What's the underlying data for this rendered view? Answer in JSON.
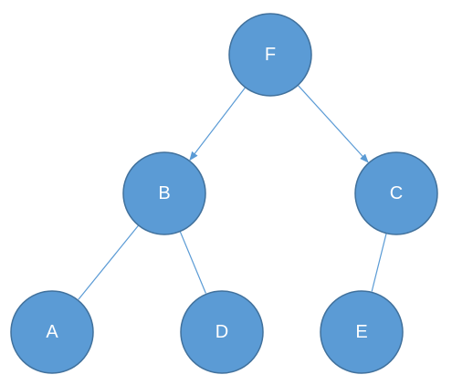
{
  "colors": {
    "node_fill": "#5b9bd5",
    "node_stroke": "#41719c",
    "edge": "#5b9bd5",
    "label": "#ffffff"
  },
  "nodes": [
    {
      "id": "F",
      "label": "F"
    },
    {
      "id": "B",
      "label": "B"
    },
    {
      "id": "C",
      "label": "C"
    },
    {
      "id": "A",
      "label": "A"
    },
    {
      "id": "D",
      "label": "D"
    },
    {
      "id": "E",
      "label": "E"
    }
  ],
  "edges": [
    {
      "from": "F",
      "to": "B",
      "directed": true
    },
    {
      "from": "F",
      "to": "C",
      "directed": true
    },
    {
      "from": "B",
      "to": "A",
      "directed": false
    },
    {
      "from": "B",
      "to": "D",
      "directed": false
    },
    {
      "from": "C",
      "to": "E",
      "directed": false
    }
  ]
}
